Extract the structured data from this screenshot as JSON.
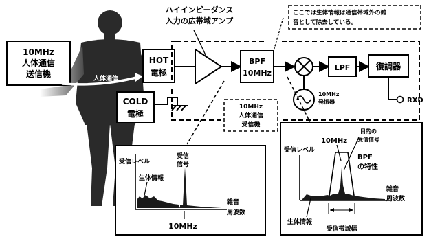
{
  "transmitter": {
    "line1": "10MHz",
    "line2": "人体通信",
    "line3": "送信機"
  },
  "body_label": "人体通信",
  "hot_electrode": {
    "line1": "HOT",
    "line2": "電極"
  },
  "cold_electrode": {
    "line1": "COLD",
    "line2": "電極"
  },
  "amp_note": {
    "line1": "ハイインピーダンス",
    "line2": "入力の広帯域アンプ"
  },
  "bpf_block": {
    "line1": "BPF",
    "line2": "10MHz"
  },
  "lpf_block": "LPF",
  "demod_block": "復調器",
  "rxd_label": "RXD",
  "oscillator": {
    "line1": "10MHz",
    "line2": "発振器"
  },
  "receiver_label": {
    "line1": "10MHz",
    "line2": "人体通信",
    "line3": "受信機"
  },
  "note": {
    "line1": "ここでは生体情報は通信帯域外の雑",
    "line2": "音として除去している。"
  },
  "spectrum_left": {
    "ylabel": "受信レベル",
    "signal_label": {
      "line1": "受信",
      "line2": "信号"
    },
    "bio_label": "生体情報",
    "noise_label": "雑音",
    "xaxis_label": "周波数",
    "freq_label": "10MHz"
  },
  "spectrum_right": {
    "ylabel": "受信レベル",
    "freq_label": "10MHz",
    "target_label": {
      "line1": "目的の",
      "line2": "受信信号"
    },
    "bpf_label": {
      "line1": "BPF",
      "line2": "の特性"
    },
    "noise_label": "雑音",
    "xaxis_label": "周波数",
    "bio_label": "生体情報",
    "band_label": "受信帯域幅"
  }
}
